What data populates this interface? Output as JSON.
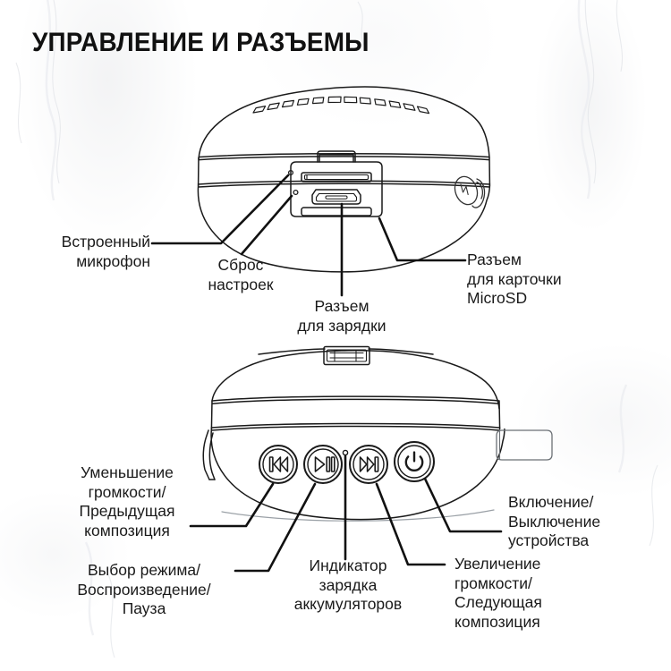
{
  "page": {
    "title": "УПРАВЛЕНИЕ И РАЗЪЕМЫ",
    "background": "#ffffff",
    "ink": "#1a1a1a"
  },
  "figures": [
    {
      "name": "speaker-front-ports-view",
      "description": "Front view of portable speaker showing ports panel"
    },
    {
      "name": "speaker-top-controls-view",
      "description": "Top view of portable speaker showing control buttons"
    }
  ],
  "labels_top": {
    "builtin_mic": "Встроенный\nмикрофон",
    "reset": "Сброс\nнастроек",
    "charging_port": "Разъем\nдля зарядки",
    "microsd": "Разъем\nдля карточки\nMicroSD"
  },
  "labels_bottom": {
    "volume_down": "Уменьшение\nгромкости/\nПредыдущая\nкомпозиция",
    "mode_play_pause": "Выбор режима/\nВоспроизведение/\nПауза",
    "charge_indicator": "Индикатор\nзарядка\nаккумуляторов",
    "volume_up": "Увеличение\nгромкости/\nСледующая\nкомпозиция",
    "power": "Включение/\nВыключение\nустройства"
  },
  "buttons": [
    {
      "name": "prev-track-button",
      "icon": "prev-track-icon",
      "label": "Уменьшение громкости/Предыдущая композиция"
    },
    {
      "name": "play-pause-button",
      "icon": "play-pause-icon",
      "label": "Выбор режима/Воспроизведение/Пауза"
    },
    {
      "name": "next-track-button",
      "icon": "next-track-icon",
      "label": "Увеличение громкости/Следующая композиция"
    },
    {
      "name": "power-button",
      "icon": "power-icon",
      "label": "Включение/Выключение устройства"
    }
  ],
  "indicators": [
    {
      "name": "charge-led",
      "label": "Индикатор зарядка аккумуляторов"
    },
    {
      "name": "mic-hole",
      "label": "Встроенный микрофон"
    },
    {
      "name": "reset-pinhole",
      "label": "Сброс настроек"
    }
  ],
  "ports": [
    {
      "name": "microsd-slot",
      "label": "Разъем для карточки MicroSD"
    },
    {
      "name": "micro-usb-port",
      "label": "Разъем для зарядки"
    }
  ]
}
